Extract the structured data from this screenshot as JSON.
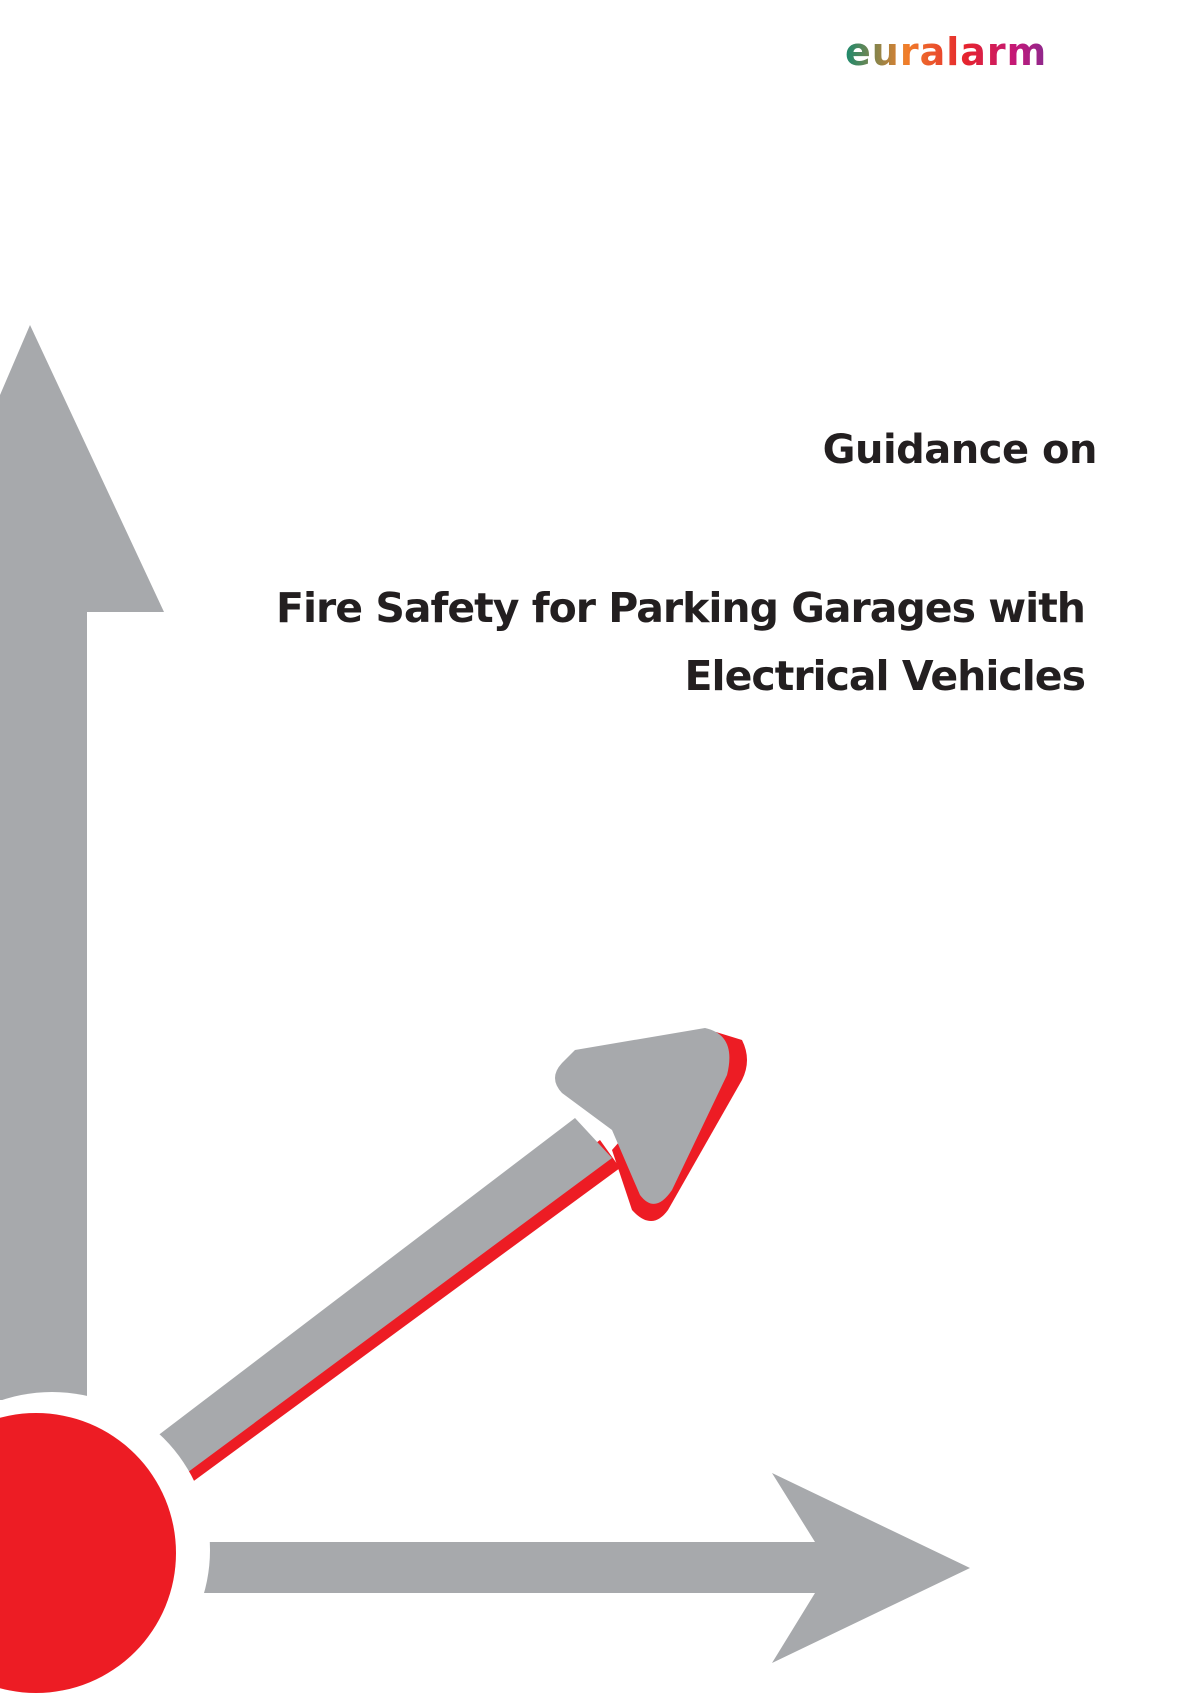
{
  "header": {
    "logo_text": "euralarm",
    "logo_colors": [
      "#1a8a6e",
      "#f07f2a",
      "#e5232e",
      "#c2187a",
      "#8a2a8e"
    ]
  },
  "cover": {
    "subtitle": "Guidance on",
    "title_line_1": "Fire Safety for Parking Garages with",
    "title_line_2": "Electrical Vehicles"
  },
  "colors": {
    "arrow_grey": "#a7a9ac",
    "accent_red": "#ed1c24",
    "text": "#231f20"
  }
}
